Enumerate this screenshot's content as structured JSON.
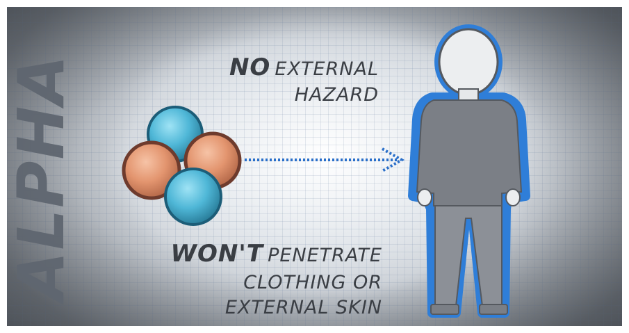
{
  "side_title": "ALPHA",
  "caption_top": {
    "emph": "NO",
    "rest": "EXTERNAL",
    "line2": "HAZARD"
  },
  "caption_bottom": {
    "emph": "WON'T",
    "rest": "PENETRATE",
    "line2": "CLOTHING OR",
    "line3": "EXTERNAL SKIN"
  },
  "icons": [
    "alpha-particle-icon",
    "arrow-icon",
    "person-icon"
  ],
  "colors": {
    "proton": "#e59b78",
    "neutron": "#59bfdc",
    "arrow": "#2a6fc9",
    "person_outline": "#2f7ed8",
    "person_fill": "#7b7f86"
  }
}
